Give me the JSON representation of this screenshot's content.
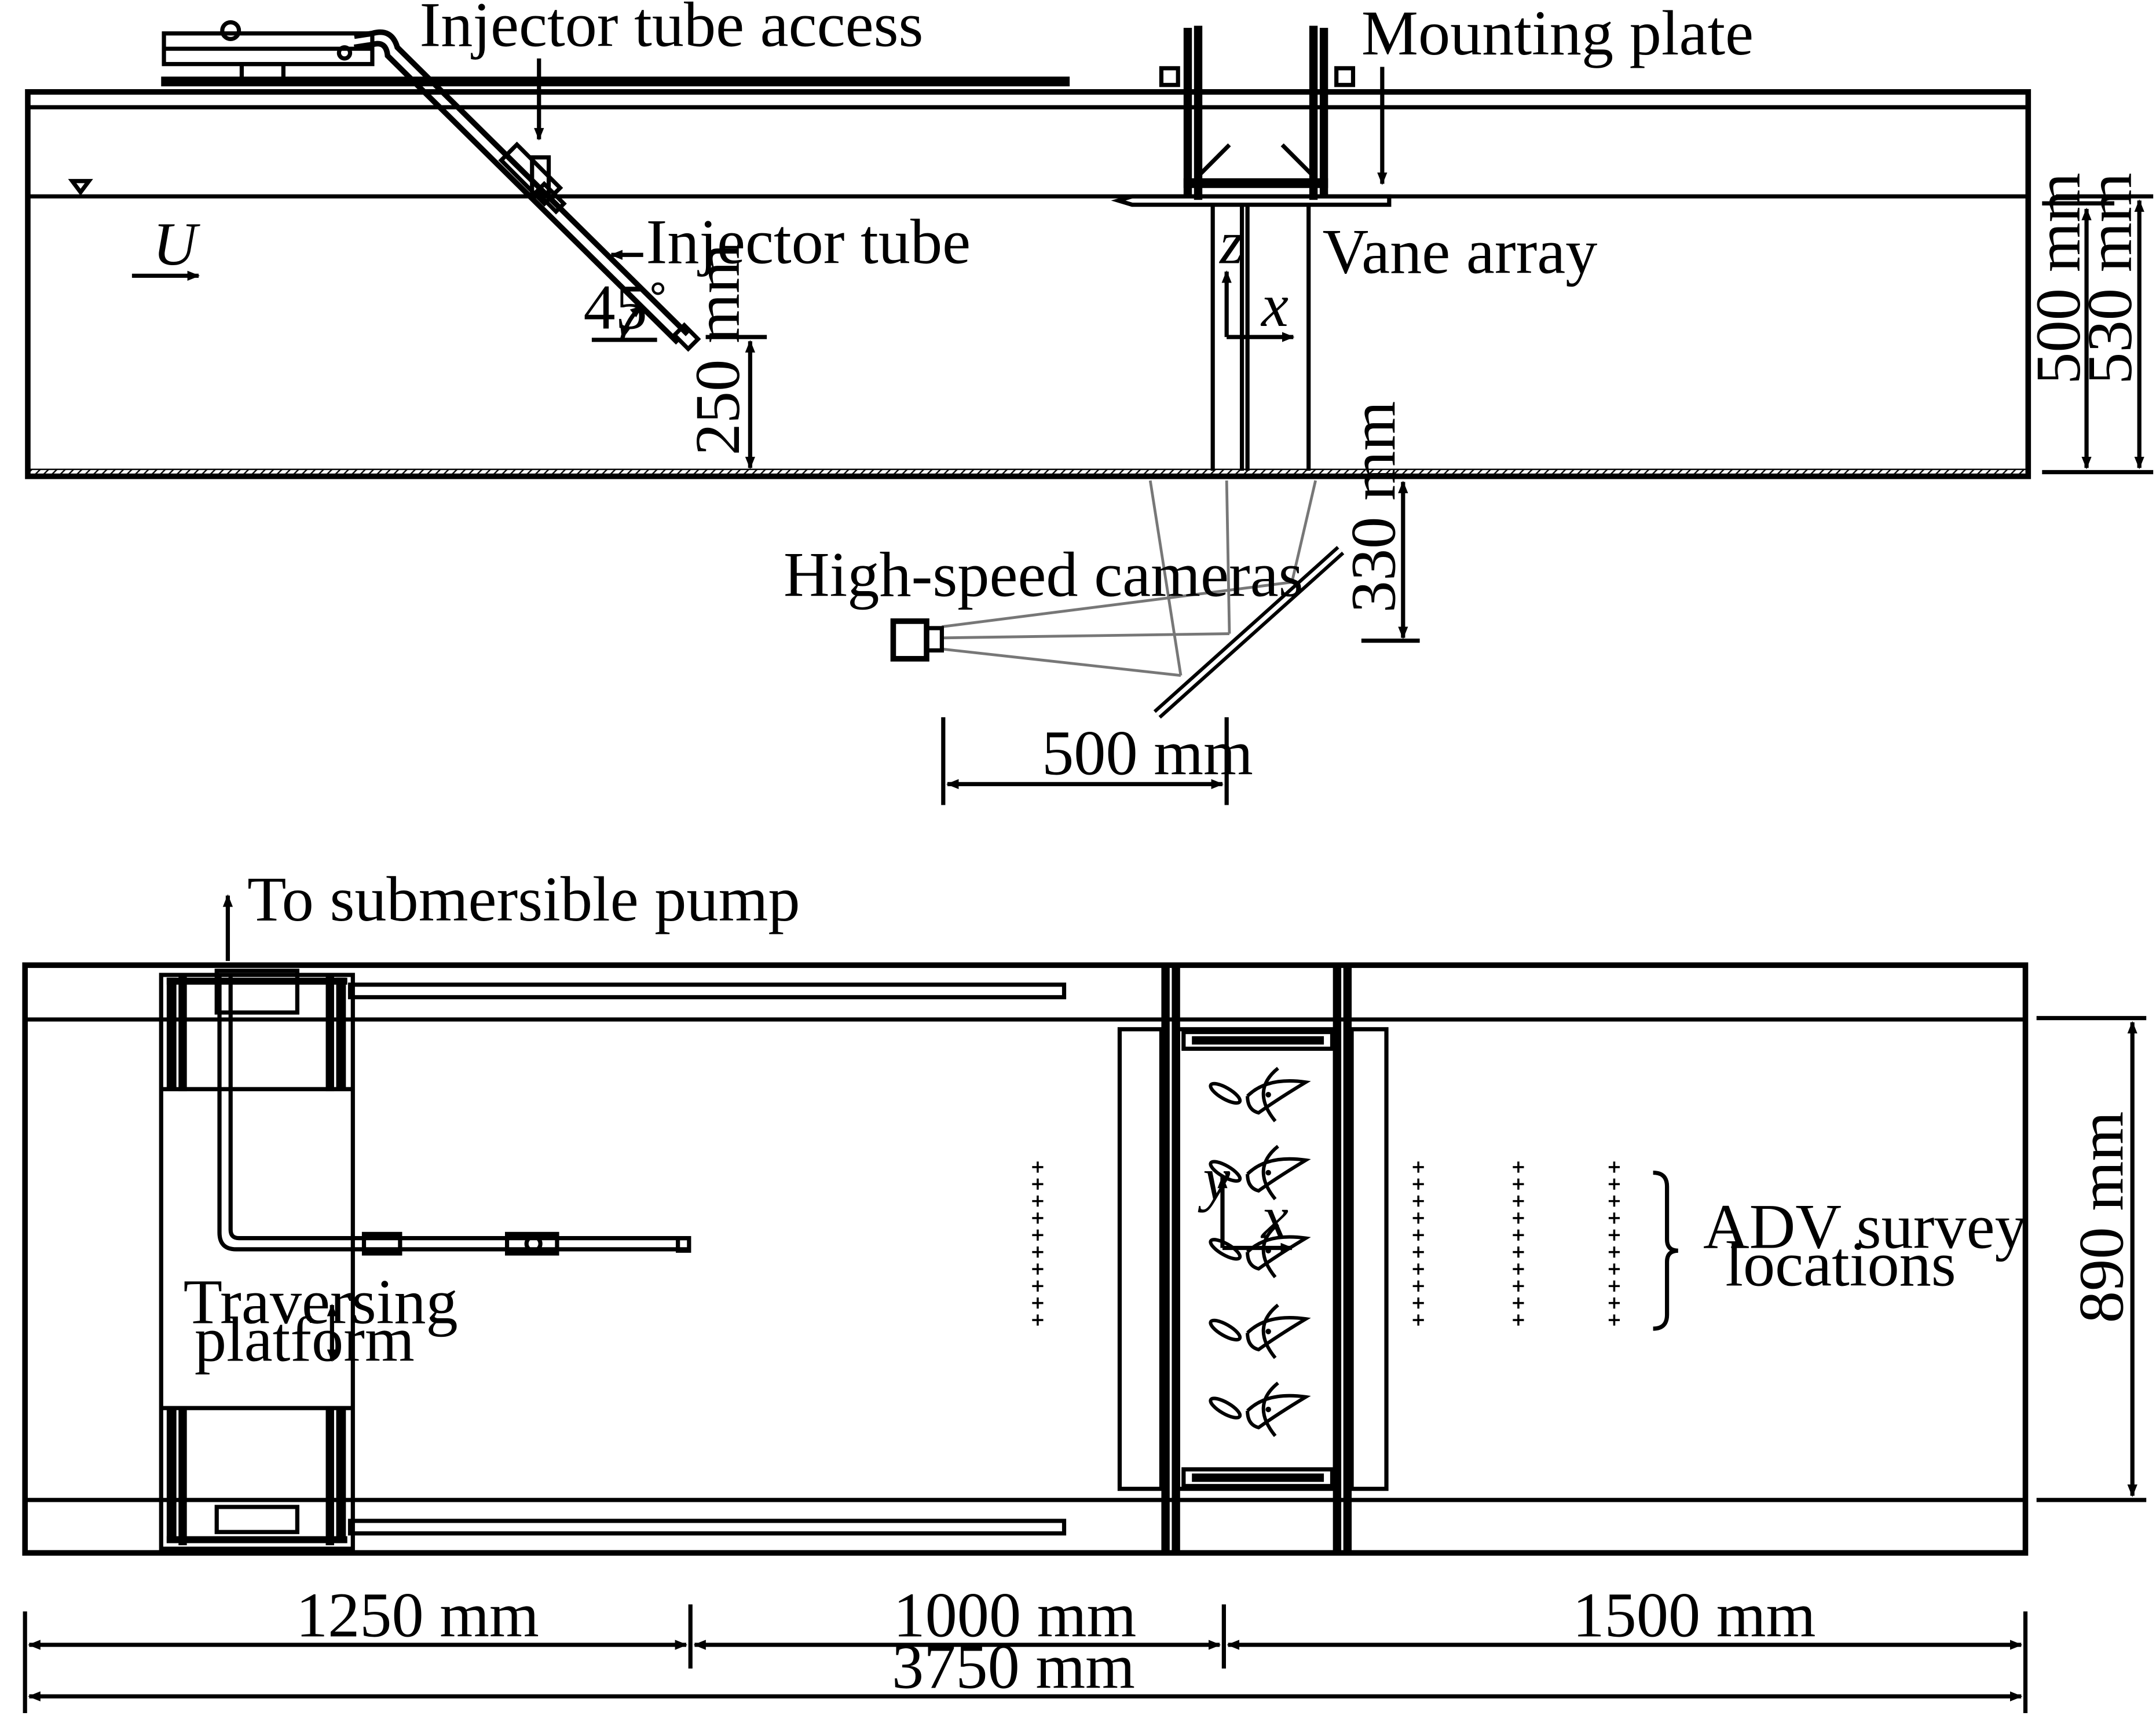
{
  "side_view": {
    "labels": {
      "injector_tube_access": "Injector tube access",
      "mounting_plate": "Mounting plate",
      "injector_tube": "Injector tube",
      "vane_array": "Vane array",
      "high_speed_cameras": "High-speed cameras",
      "flow_velocity": "U",
      "angle": "45˚",
      "axis_z": "z",
      "axis_x": "x"
    },
    "dimensions": {
      "injector_height": "250 mm",
      "water_depth": "500 mm",
      "channel_depth": "530 mm",
      "camera_below": "330 mm",
      "camera_offset": "500 mm"
    }
  },
  "plan_view": {
    "labels": {
      "pump": "To submersible pump",
      "platform_line1": "Traversing",
      "platform_line2": "platform",
      "adv_line1": "ADV survey",
      "adv_line2": "locations",
      "axis_y": "y",
      "axis_x": "x"
    },
    "dimensions": {
      "channel_width": "890 mm",
      "seg1": "1250 mm",
      "seg2": "1000 mm",
      "seg3": "1500 mm",
      "total": "3750 mm"
    }
  }
}
